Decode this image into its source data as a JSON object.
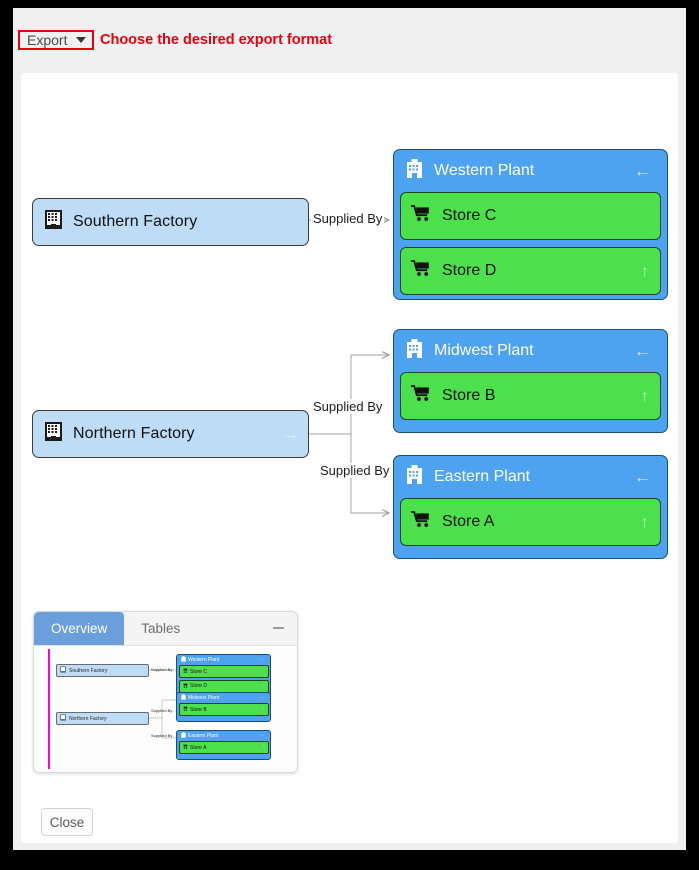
{
  "toolbar": {
    "export_label": "Export",
    "export_caret": "chevron-down-icon",
    "hint_text": "Choose the desired export format",
    "hint_color": "#e8000d",
    "highlight_color": "#e8000d"
  },
  "colors": {
    "factory_fill": "#bedcf5",
    "plant_fill": "#4da3f0",
    "store_fill": "#4ce04c",
    "canvas": "#ffffff",
    "chrome": "#f0f0f0",
    "viewport_marker": "#ff00d0",
    "active_tab": "#6b9fdc"
  },
  "diagram": {
    "factories": [
      {
        "id": "southern",
        "label": "Southern Factory",
        "icon": "factory-building-icon",
        "edge_arrow": ""
      },
      {
        "id": "northern",
        "label": "Northern Factory",
        "icon": "factory-building-icon",
        "edge_arrow": "→"
      }
    ],
    "plants": [
      {
        "id": "western",
        "label": "Western Plant",
        "icon": "plant-building-icon",
        "back_arrow": "←",
        "stores": [
          {
            "label": "Store C",
            "icon": "shopping-cart-icon",
            "up_arrow": ""
          },
          {
            "label": "Store D",
            "icon": "shopping-cart-icon",
            "up_arrow": "↑"
          }
        ]
      },
      {
        "id": "midwest",
        "label": "Midwest Plant",
        "icon": "plant-building-icon",
        "back_arrow": "←",
        "stores": [
          {
            "label": "Store B",
            "icon": "shopping-cart-icon",
            "up_arrow": "↑"
          }
        ]
      },
      {
        "id": "eastern",
        "label": "Eastern Plant",
        "icon": "plant-building-icon",
        "back_arrow": "←",
        "stores": [
          {
            "label": "Store A",
            "icon": "shopping-cart-icon",
            "up_arrow": "↑"
          }
        ]
      }
    ],
    "edges": [
      {
        "id": "southern-western",
        "label": "Supplied By",
        "from": "southern",
        "to": "western"
      },
      {
        "id": "northern-midwest",
        "label": "Supplied By",
        "from": "northern",
        "to": "midwest"
      },
      {
        "id": "northern-eastern",
        "label": "Supplied By",
        "from": "northern",
        "to": "eastern"
      }
    ]
  },
  "minimap": {
    "tabs": [
      {
        "id": "overview",
        "label": "Overview",
        "active": true
      },
      {
        "id": "tables",
        "label": "Tables",
        "active": false
      }
    ],
    "minimize_icon": "minimize-icon"
  },
  "footer": {
    "close_label": "Close"
  }
}
